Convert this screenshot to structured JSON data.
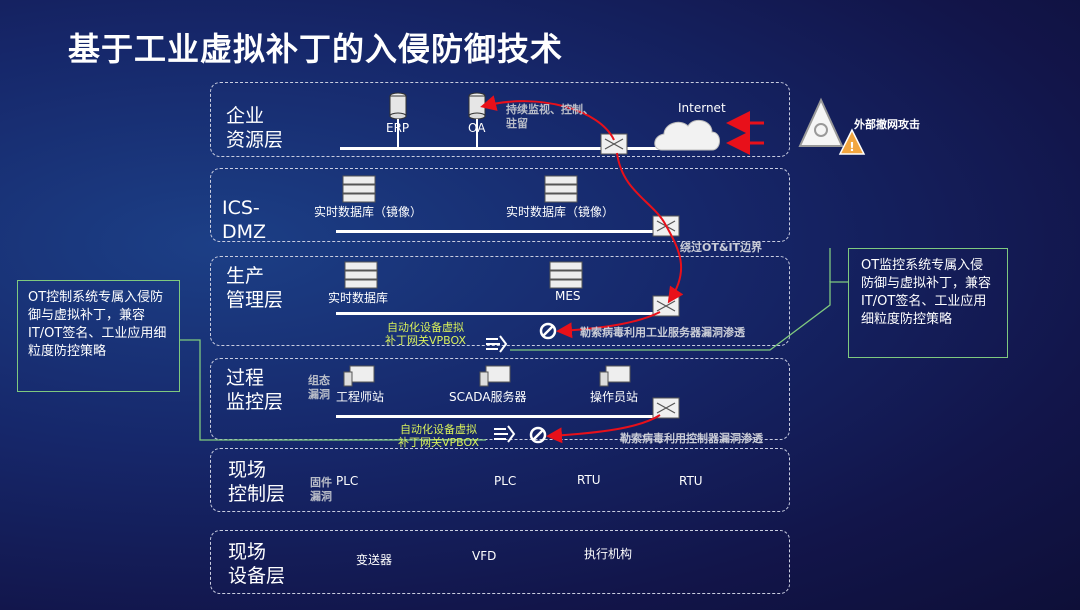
{
  "title": "基于工业虚拟补丁的入侵防御技术",
  "layers": {
    "enterprise": {
      "l1": "企业",
      "l2": "资源层"
    },
    "dmz": {
      "l1": "ICS-",
      "l2": "DMZ"
    },
    "production": {
      "l1": "生产",
      "l2": "管理层"
    },
    "process": {
      "l1": "过程",
      "l2": "监控层"
    },
    "field_control": {
      "l1": "现场",
      "l2": "控制层"
    },
    "field_device": {
      "l1": "现场",
      "l2": "设备层"
    }
  },
  "enterprise": {
    "erp": "ERP",
    "oa": "OA",
    "monitor_note": "持续监视、控制、驻留",
    "internet": "Internet",
    "attack": "外部撤网攻击"
  },
  "dmz": {
    "db1": "实时数据库（镜像）",
    "db2": "实时数据库（镜像）",
    "bypass": "绕过OT&IT边界"
  },
  "production": {
    "db": "实时数据库",
    "mes": "MES",
    "vpbox_l1": "自动化设备虚拟",
    "vpbox_l2": "补丁网关VPBOX",
    "exploit": "勒索病毒利用工业服务器漏洞渗透"
  },
  "process": {
    "config_l1": "组态",
    "config_l2": "漏洞",
    "eng": "工程师站",
    "scada": "SCADA服务器",
    "op": "操作员站",
    "vpbox_l1": "自动化设备虚拟",
    "vpbox_l2": "补丁网关VPBOX",
    "exploit": "勒索病毒利用控制器漏洞渗透"
  },
  "field_control": {
    "fw_l1": "固件",
    "fw_l2": "漏洞",
    "plc1": "PLC",
    "plc2": "PLC",
    "rtu1": "RTU",
    "rtu2": "RTU"
  },
  "field_device": {
    "transmitter": "变送器",
    "vfd": "VFD",
    "actuator": "执行机构"
  },
  "side_left": "OT控制系统专属入侵防御与虚拟补丁，兼容IT/OT签名、工业应用细粒度防控策略",
  "side_right": "OT监控系统专属入侵防御与虚拟补丁，兼容IT/OT签名、工业应用细粒度防控策略",
  "colors": {
    "attack_path": "#e8101a",
    "highlight": "#d8f05a",
    "callout_border": "#7fc97f"
  }
}
